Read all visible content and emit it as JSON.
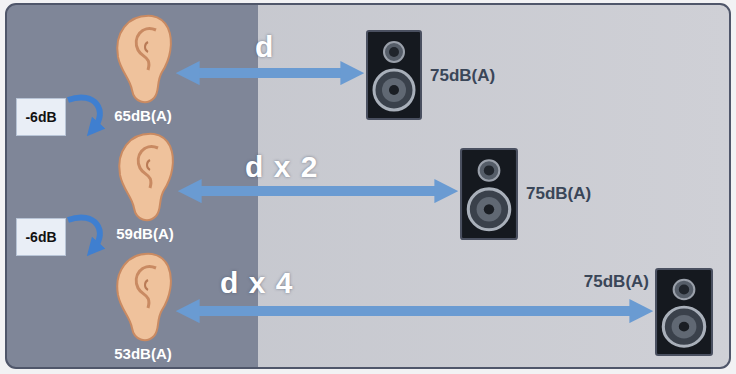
{
  "diagram": {
    "nodes": [
      {
        "text": [
          "65dB(A)"
        ]
      },
      {
        "text": [
          "75dB(A)"
        ]
      },
      {
        "text": [
          "59dB(A)"
        ]
      },
      {
        "text": [
          "75dB(A)"
        ]
      },
      {
        "text": [
          "53dB(A)"
        ]
      },
      {
        "text": [
          "75dB(A)"
        ]
      }
    ],
    "edges": [
      {
        "from": 0,
        "to": 1,
        "arrow": "both",
        "label": "d"
      },
      {
        "from": 2,
        "to": 3,
        "arrow": "both",
        "label": "d x 2"
      },
      {
        "from": 4,
        "to": 5,
        "arrow": "both",
        "label": "d x 4"
      }
    ],
    "labels": [
      "-6dB",
      "-6dB"
    ]
  }
}
